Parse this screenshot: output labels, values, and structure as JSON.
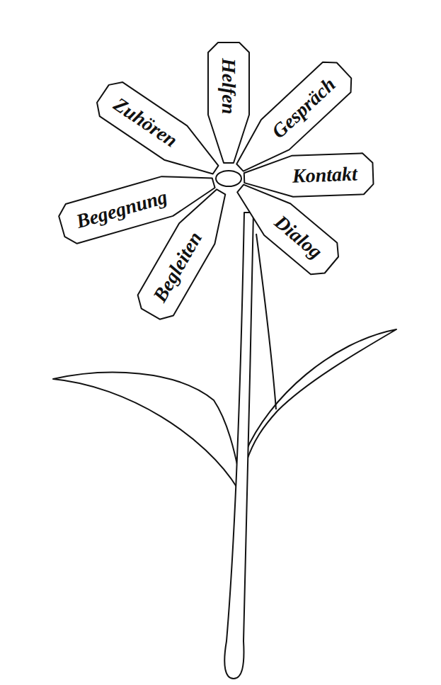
{
  "diagram": {
    "nodes": [
      {
        "text": [
          "Helfen"
        ]
      },
      {
        "text": [
          "Zuhören"
        ]
      },
      {
        "text": [
          "Gespräch"
        ]
      },
      {
        "text": [
          "Kontakt"
        ]
      },
      {
        "text": [
          "Begegnung"
        ]
      },
      {
        "text": [
          "Begleiten"
        ]
      },
      {
        "text": [
          "Dialog"
        ]
      }
    ]
  }
}
